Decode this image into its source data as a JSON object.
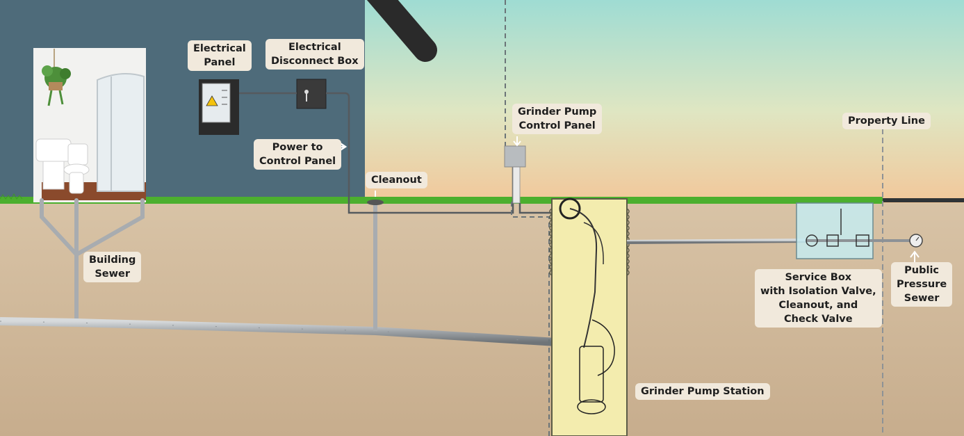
{
  "labels": {
    "electrical_panel": "Electrical\nPanel",
    "disconnect_box": "Electrical\nDisconnect Box",
    "power_to_control": "Power to\nControl Panel",
    "cleanout": "Cleanout",
    "control_panel": "Grinder Pump\nControl Panel",
    "property_line": "Property Line",
    "building_sewer": "Building\nSewer",
    "service_box": "Service Box\nwith Isolation Valve,\nCleanout, and\nCheck Valve",
    "public_sewer": "Public\nPressure\nSewer",
    "pump_station": "Grinder Pump Station"
  },
  "colors": {
    "house_wall": "#4e6b7a",
    "soil": "#cfb79a",
    "grass": "#4caf2e",
    "pipe": "#a8acb0",
    "tank": "#f3ecae",
    "service_box": "#c6ebf0",
    "label_bg": "#f1e9dc"
  }
}
